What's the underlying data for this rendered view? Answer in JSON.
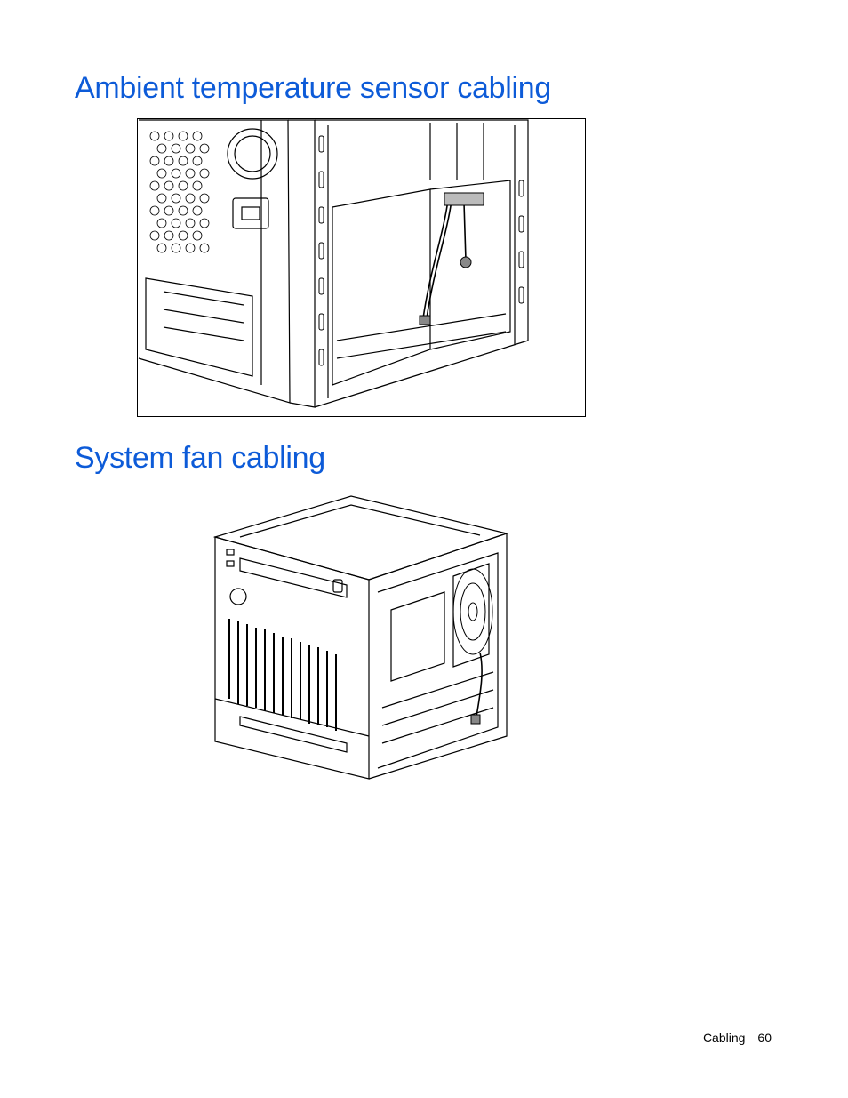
{
  "colors": {
    "heading": "#0d5bd8",
    "text": "#000000",
    "line": "#000000"
  },
  "sections": [
    {
      "title": "Ambient temperature sensor cabling",
      "figure": "server-rear-interior-sensor-cable-illustration"
    },
    {
      "title": "System fan cabling",
      "figure": "server-chassis-fan-cable-illustration"
    }
  ],
  "footer": {
    "section": "Cabling",
    "page": "60"
  }
}
